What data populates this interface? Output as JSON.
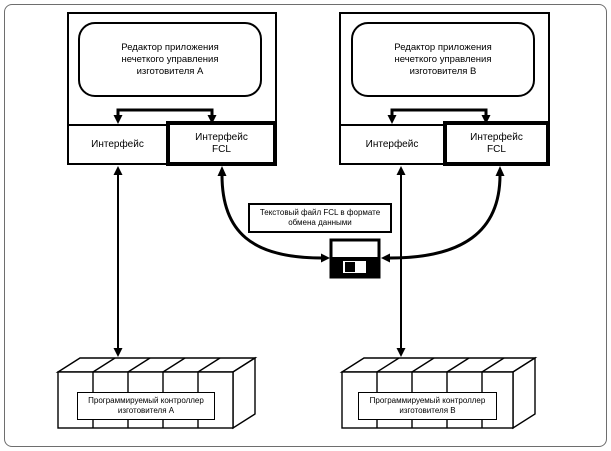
{
  "system_a": {
    "editor": {
      "line1": "Редактор приложения",
      "line2": "нечеткого управления",
      "line3": "изготовителя A"
    },
    "interface_label": "Интерфейс",
    "interface_fcl": {
      "line1": "Интерфейс",
      "line2": "FCL"
    },
    "controller": {
      "line1": "Программируемый контроллер",
      "line2": "изготовителя A"
    }
  },
  "system_b": {
    "editor": {
      "line1": "Редактор приложения",
      "line2": "нечеткого управления",
      "line3": "изготовителя B"
    },
    "interface_label": "Интерфейс",
    "interface_fcl": {
      "line1": "Интерфейс",
      "line2": "FCL"
    },
    "controller": {
      "line1": "Программируемый контроллер",
      "line2": "изготовителя B"
    }
  },
  "exchange": {
    "file": {
      "line1": "Текстовый файл FCL в формате",
      "line2": "обмена данными"
    },
    "media_icon": "floppy-disk-icon"
  },
  "colors": {
    "line": "#000000",
    "background": "#ffffff",
    "frame": "#6e6e6e"
  }
}
